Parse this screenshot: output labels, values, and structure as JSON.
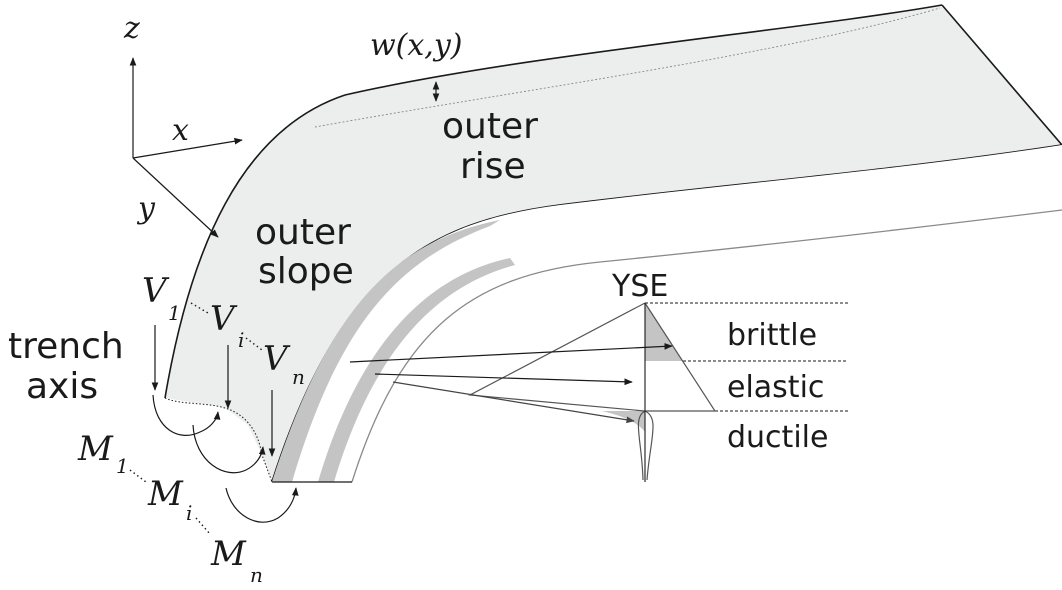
{
  "axes": {
    "z": "z",
    "x": "x",
    "y": "y"
  },
  "deflection": "w(x,y)",
  "regions": {
    "outer_rise_1": "outer",
    "outer_rise_2": "rise",
    "outer_slope_1": "outer",
    "outer_slope_2": "slope",
    "trench_axis_1": "trench",
    "trench_axis_2": "axis"
  },
  "forces": {
    "v1": "V",
    "v1_sub": "1",
    "vi": "V",
    "vi_sub": "i",
    "vn": "V",
    "vn_sub": "n"
  },
  "moments": {
    "m1": "M",
    "m1_sub": "1",
    "mi": "M",
    "mi_sub": "i",
    "mn": "M",
    "mn_sub": "n"
  },
  "yse": {
    "title": "YSE",
    "layers": [
      "brittle",
      "elastic",
      "ductile"
    ]
  },
  "colors": {
    "plate_fill": "#eceeed",
    "layer_gray": "#c4c4c4",
    "stroke": "#1a1a1a",
    "lower_stroke": "#8a8a8a"
  }
}
